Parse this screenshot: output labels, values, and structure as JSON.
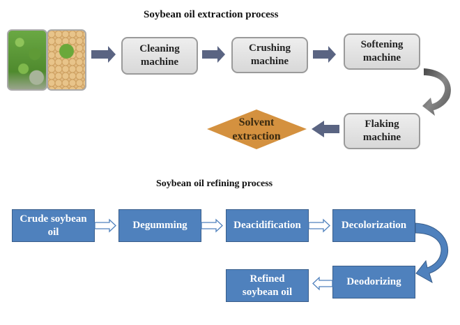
{
  "extraction": {
    "title": "Soybean oil extraction process",
    "image_alt": "Soybean plants and soybeans",
    "steps": {
      "cleaning": "Cleaning machine",
      "crushing": "Crushing machine",
      "softening": "Softening machine",
      "flaking": "Flaking machine",
      "solvent": "Solvent extraction"
    },
    "colors": {
      "box_fill": "#e0e0e0",
      "arrow": "#5a6482",
      "diamond": "#d4913f",
      "curve_arrow": "#555555"
    }
  },
  "refining": {
    "title": "Soybean oil refining process",
    "steps": {
      "crude": "Crude soybean oil",
      "degumming": "Degumming",
      "deacidification": "Deacidification",
      "decolorization": "Decolorization",
      "deodorizing": "Deodorizing",
      "refined": "Refined soybean oil"
    },
    "colors": {
      "box_fill": "#4f81bd",
      "border": "#385d8a"
    }
  }
}
